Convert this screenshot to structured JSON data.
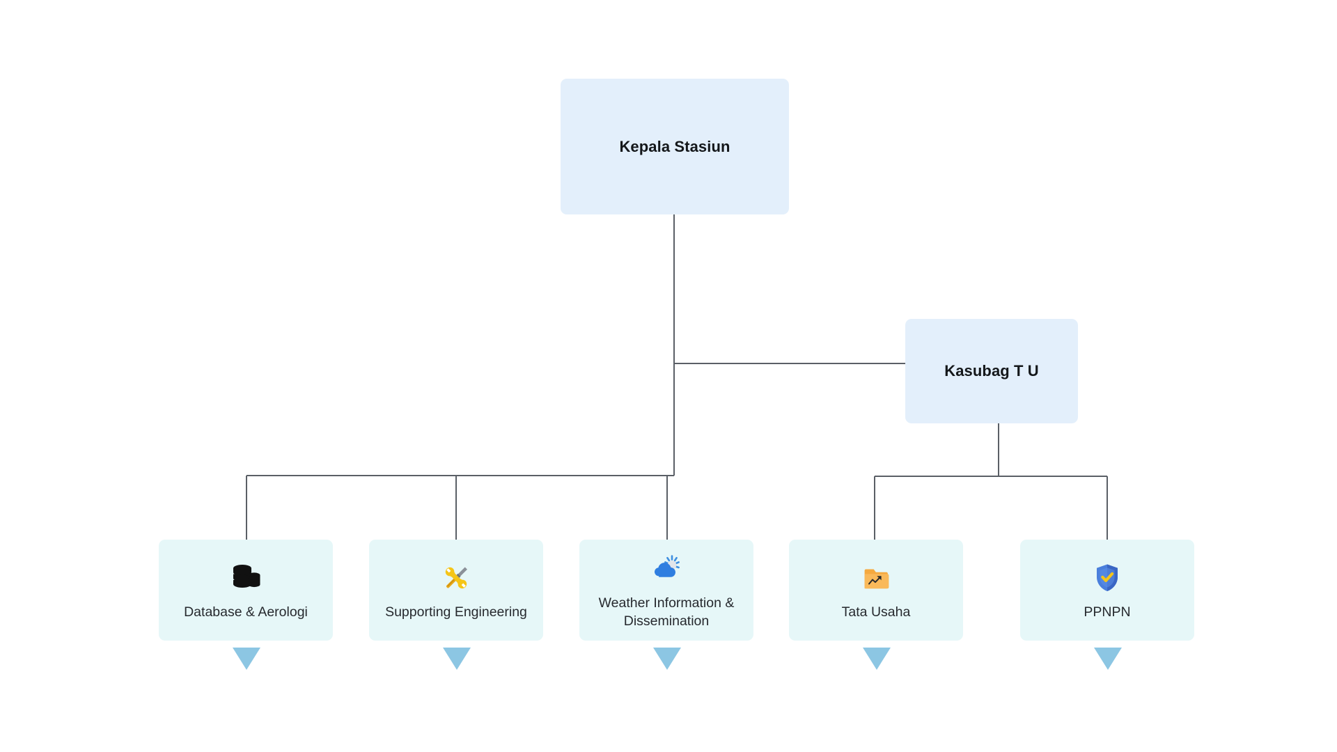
{
  "diagram": {
    "type": "organization-chart",
    "title": "Kepala Stasiun organizational structure",
    "background_color": "#ffffff",
    "manager_node_color": "#e3effb",
    "leaf_node_color": "#e6f7f8",
    "connector_color": "#5a5f66",
    "expander_color": "#8cc6e3",
    "label_color": "#14171a"
  },
  "nodes": {
    "root": {
      "label": "Kepala Stasiun",
      "level": "root",
      "icon": "none"
    },
    "kasubag": {
      "label": "Kasubag T U",
      "level": "manager",
      "icon": "none"
    },
    "leaves": [
      {
        "label": "Database & Aerologi",
        "icon": "database-stack-icon",
        "icon_glyph": "database",
        "parent": "Kepala Stasiun",
        "has_expander": true
      },
      {
        "label": "Supporting Engineering",
        "icon": "hammer-and-wrench-icon",
        "icon_glyph": "tools",
        "parent": "Kepala Stasiun",
        "has_expander": true
      },
      {
        "label": "Weather Information & Dissemination",
        "icon": "sun-behind-cloud-icon",
        "icon_glyph": "weather",
        "parent": "Kepala Stasiun",
        "has_expander": true
      },
      {
        "label": "Tata Usaha",
        "icon": "chart-increasing-folder-icon",
        "icon_glyph": "folder-chart",
        "parent": "Kasubag T U",
        "has_expander": true
      },
      {
        "label": "PPNPN",
        "icon": "shield-check-icon",
        "icon_glyph": "shield",
        "parent": "Kasubag T U",
        "has_expander": true
      }
    ]
  }
}
